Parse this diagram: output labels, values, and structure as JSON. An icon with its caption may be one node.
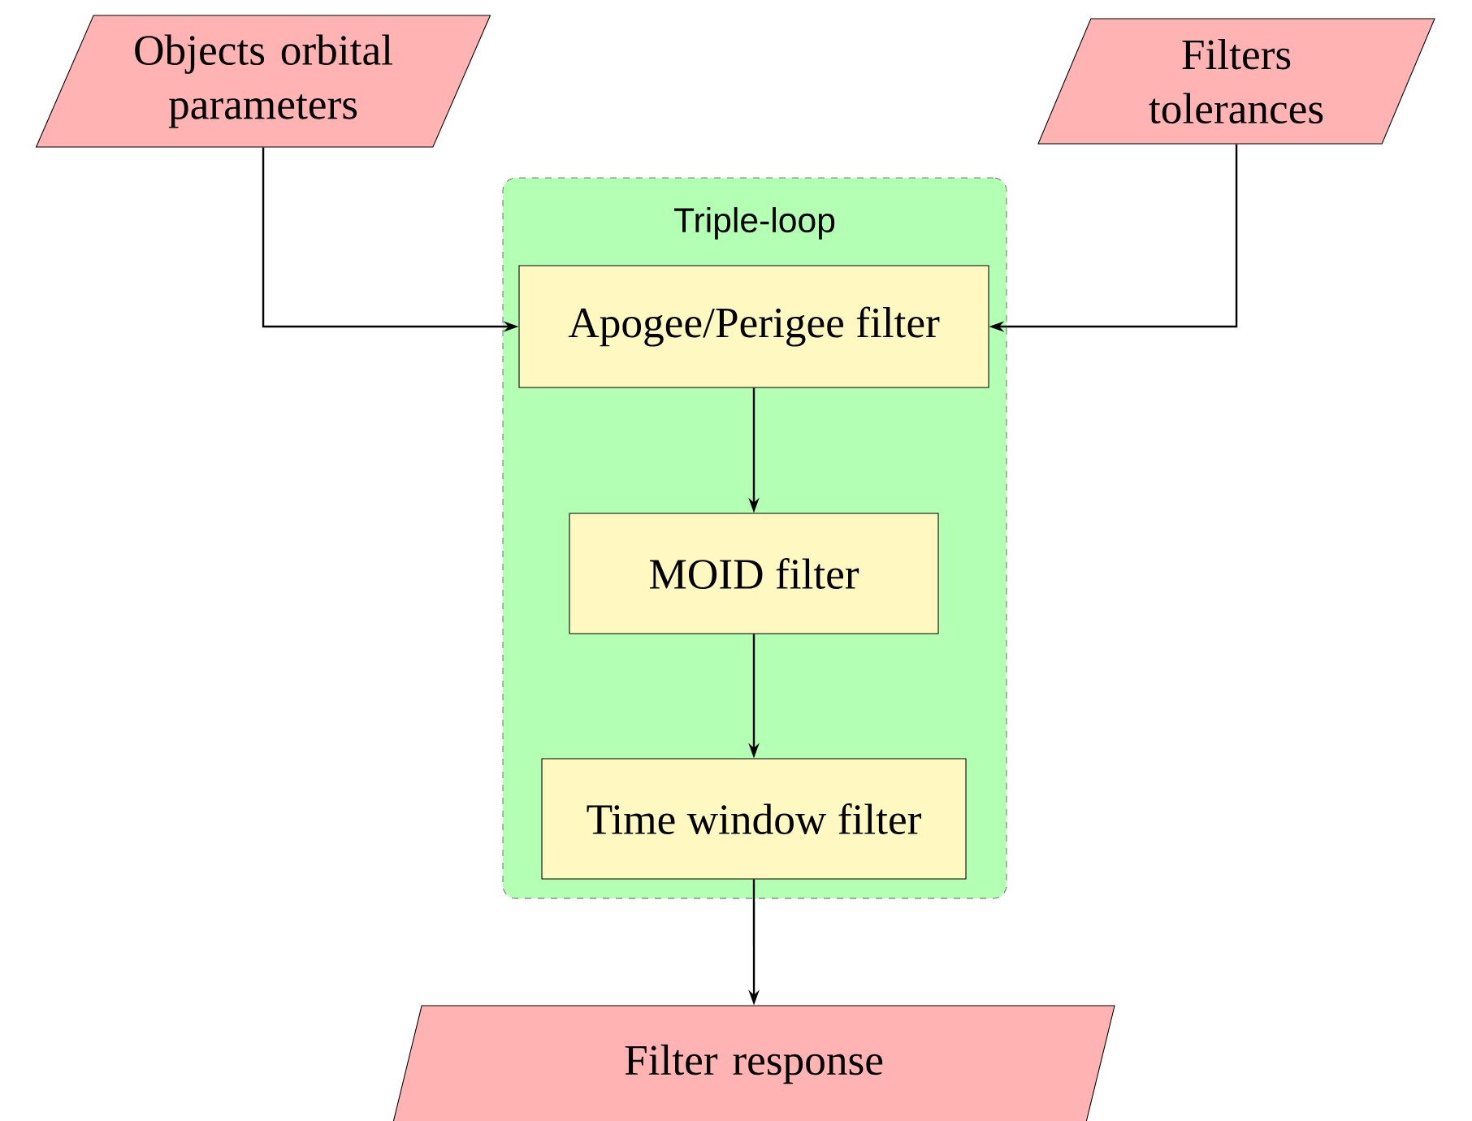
{
  "diagram": {
    "nodes": [
      {
        "text": [
          "Objects orbital parameters"
        ]
      },
      {
        "text": [
          "Filters tolerances"
        ]
      },
      {
        "text": [
          "Triple-loop"
        ]
      },
      {
        "text": [
          "Apogee/Perigee filter"
        ],
        "in": 2
      },
      {
        "text": [
          "MOID filter"
        ],
        "in": 2
      },
      {
        "text": [
          "Time window filter"
        ],
        "in": 2
      },
      {
        "text": [
          "Filter response"
        ]
      }
    ],
    "edges": [
      {
        "from": 0,
        "to": 3,
        "arrow": "to"
      },
      {
        "from": 1,
        "to": 3,
        "arrow": "to"
      },
      {
        "from": 3,
        "to": 4,
        "arrow": "to"
      },
      {
        "from": 4,
        "to": 5,
        "arrow": "to"
      },
      {
        "from": 5,
        "to": 6,
        "arrow": "to"
      }
    ]
  }
}
